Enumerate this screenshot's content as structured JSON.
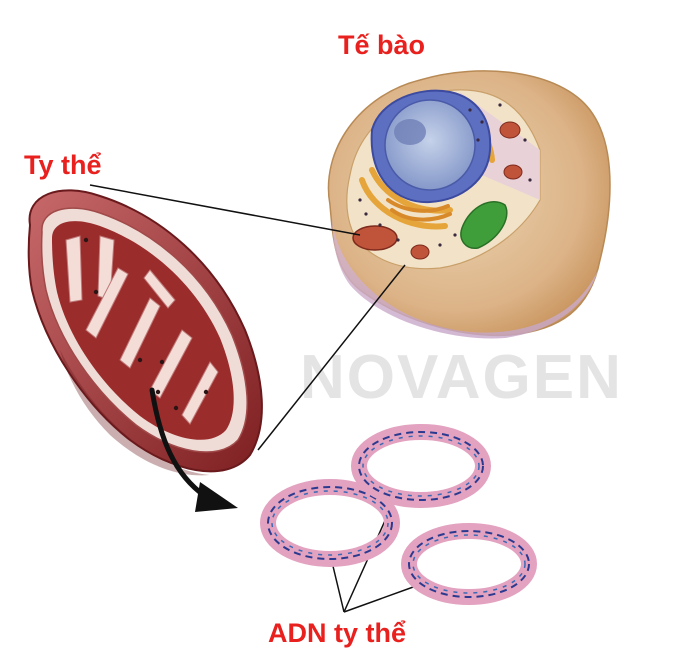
{
  "labels": {
    "cell": "Tế bào",
    "mitochondrion": "Ty thể",
    "mtdna": "ADN ty thể"
  },
  "watermark": "NOVAGEN",
  "colors": {
    "label": "#e8211f",
    "cell_membrane": "#c9a06a",
    "mitochondrion": "#8e2a2a",
    "dna_ring": "#e2a2c0",
    "dna_strand": "#2b3a8f"
  }
}
